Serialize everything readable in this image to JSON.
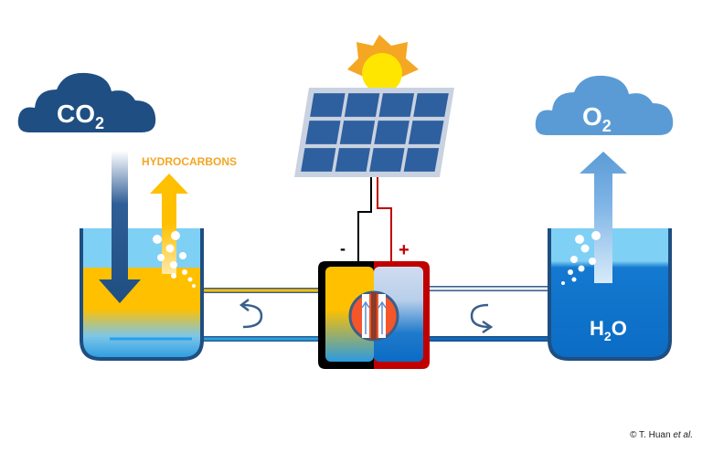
{
  "labels": {
    "co2_main": "CO",
    "co2_sub": "2",
    "o2_main": "O",
    "o2_sub": "2",
    "h2o_h": "H",
    "h2o_sub": "2",
    "h2o_o": "O",
    "hydrocarbons": "HYDROCARBONS",
    "minus": "-",
    "plus": "+"
  },
  "credit": {
    "prefix": "© T. Huan ",
    "italic": "et al."
  },
  "colors": {
    "co2_cloud": "#1f4e82",
    "o2_cloud": "#5b9bd5",
    "hydrocarbon": "#f5a623",
    "yellow_liquid": "#ffc000",
    "blue_liquid": "#0b6cc4",
    "light_water": "#7fd0f5",
    "cell_negative": "#000000",
    "cell_positive": "#c00000"
  }
}
